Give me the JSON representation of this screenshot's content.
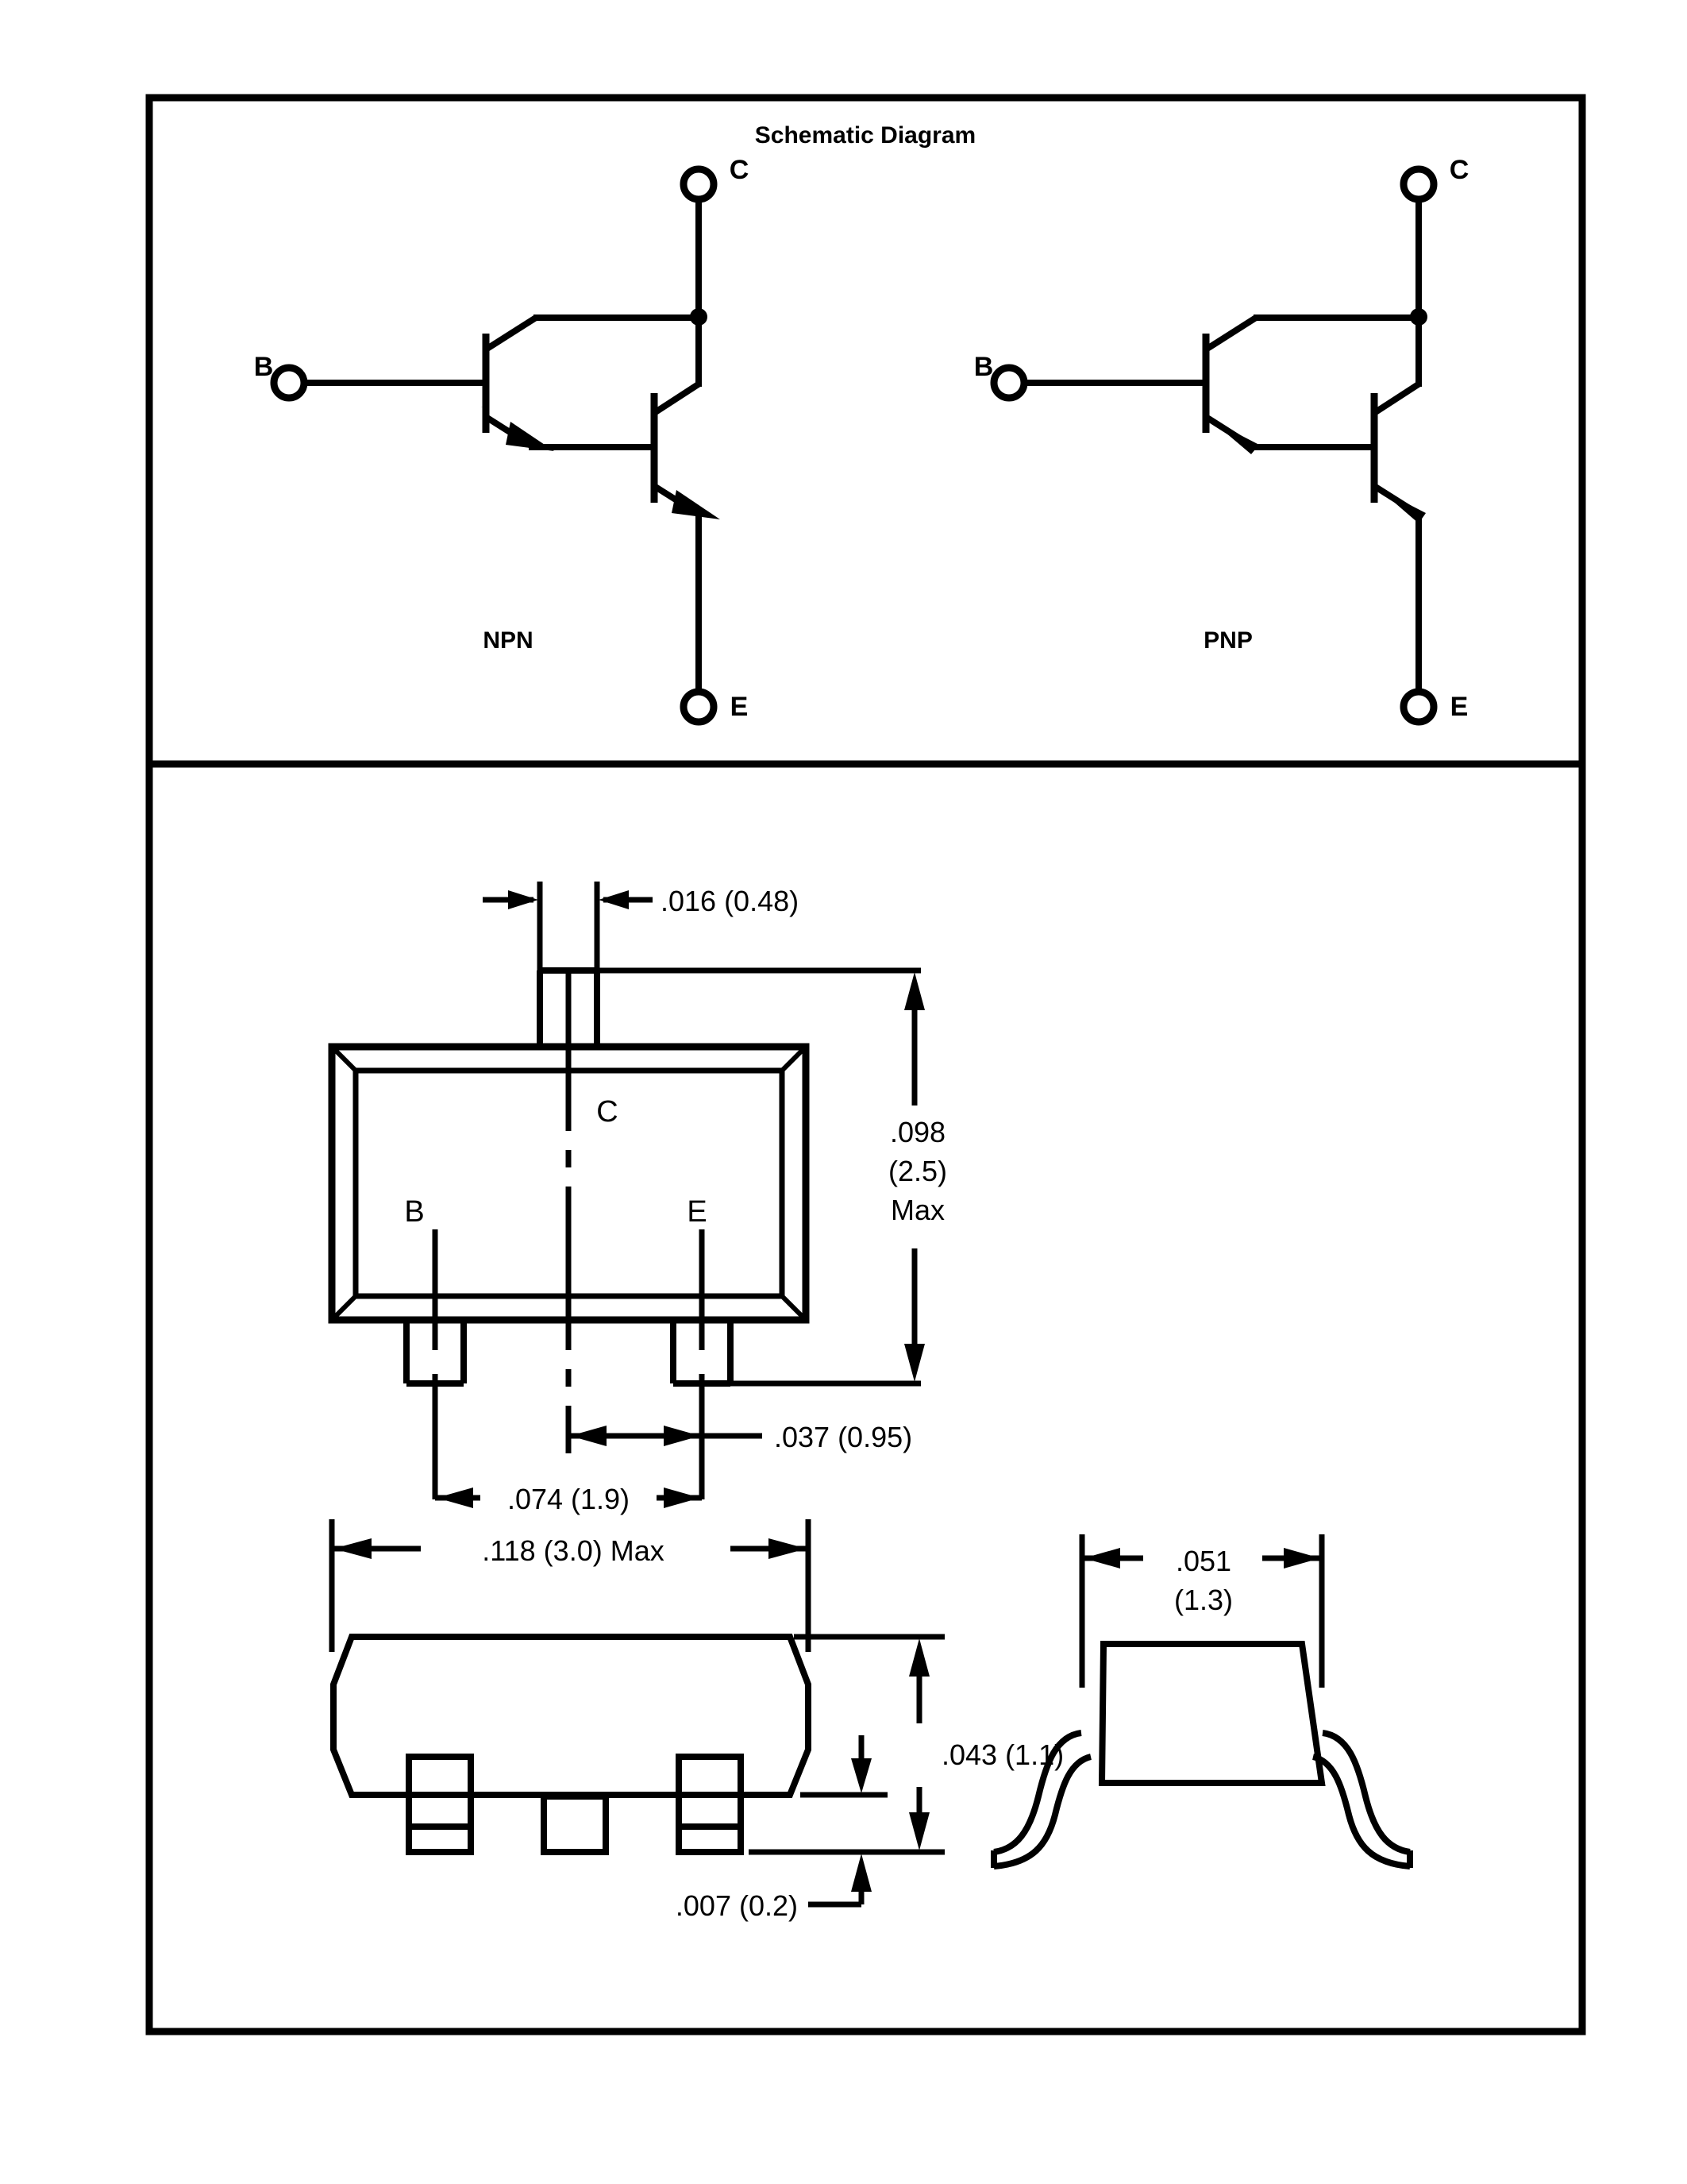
{
  "sheet": {
    "title": "Schematic Diagram"
  },
  "schematic": {
    "npn": {
      "type_label": "NPN",
      "base_label": "B",
      "collector_label": "C",
      "emitter_label": "E"
    },
    "pnp": {
      "type_label": "PNP",
      "base_label": "B",
      "collector_label": "C",
      "emitter_label": "E"
    }
  },
  "package": {
    "top_view": {
      "pin_c_label": "C",
      "pin_b_label": "B",
      "pin_e_label": "E",
      "dim_lead_width": ".016 (0.48)",
      "dim_body_height": ".098",
      "dim_body_height_mm": "(2.5)",
      "dim_body_height_qual": "Max",
      "dim_pin_pitch": ".037 (0.95)",
      "dim_pin_span": ".074 (1.9)"
    },
    "side_view": {
      "dim_body_width": ".118 (3.0) Max",
      "dim_body_thickness": ".043 (1.1)",
      "dim_lead_thickness": ".007 (0.2)"
    },
    "end_view": {
      "dim_body_depth": ".051",
      "dim_body_depth_mm": "(1.3)"
    }
  },
  "colors": {
    "line": "#000000",
    "background": "#ffffff"
  }
}
